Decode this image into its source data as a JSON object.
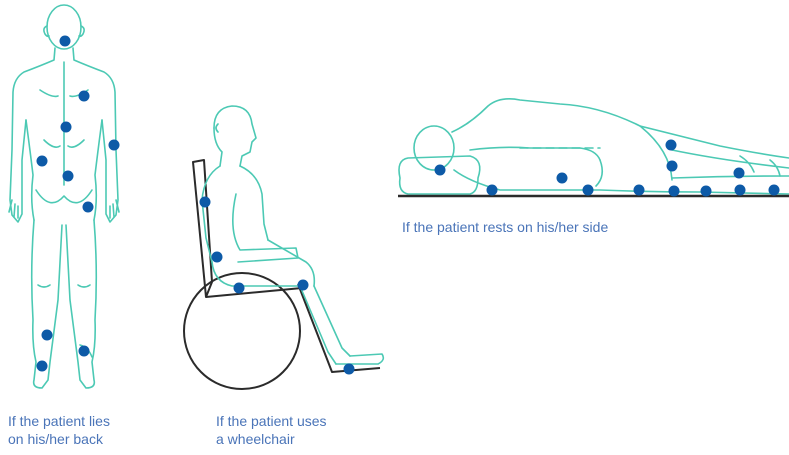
{
  "colors": {
    "outline": "#4cc9b4",
    "marker": "#0d5aa7",
    "caption": "#4a74b8",
    "chair": "#2b2b2b"
  },
  "captions": {
    "back_line1": "If the patient lies",
    "back_line2": "on his/her back",
    "wheelchair_line1": "If the patient uses",
    "wheelchair_line2": "a wheelchair",
    "side": "If the patient rests on his/her side"
  }
}
